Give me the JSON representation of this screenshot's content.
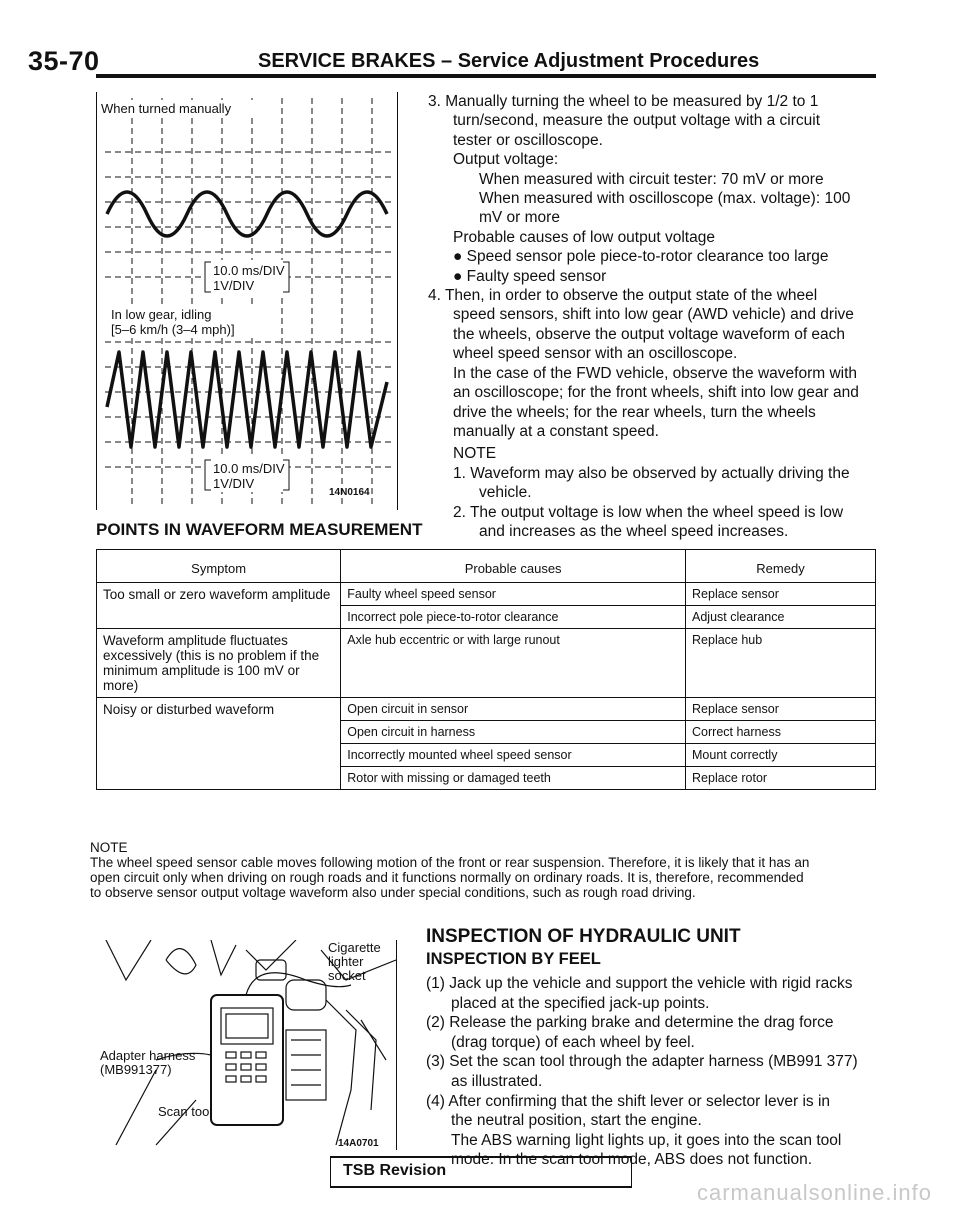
{
  "header": {
    "page_number": "35-70",
    "title": "SERVICE BRAKES – Service Adjustment Procedures"
  },
  "figure1": {
    "label_top": "When turned manually",
    "scale1_time": "10.0 ms/DIV",
    "scale1_volt": "1V/DIV",
    "label_mid_1": "In low gear, idling",
    "label_mid_2": "[5–6 km/h (3–4 mph)]",
    "scale2_time": "10.0 ms/DIV",
    "scale2_volt": "1V/DIV",
    "fig_code": "14N0164"
  },
  "steps": {
    "s3_line1": "3. Manually turning the wheel to be measured by 1/2 to 1",
    "s3_line2": "turn/second, measure the output voltage with a circuit",
    "s3_line3": "tester or oscilloscope.",
    "s3_output": "Output voltage:",
    "s3_tester": "When measured with circuit tester: 70 mV or more",
    "s3_osc_1": "When measured with oscilloscope (max. voltage): 100",
    "s3_osc_2": "mV or more",
    "s3_causes": "Probable causes of low output voltage",
    "s3_cause1": "● Speed sensor pole piece-to-rotor clearance too large",
    "s3_cause2": "● Faulty speed sensor",
    "s4_line1": "4. Then, in order to observe the output state of the wheel",
    "s4_line2": "speed sensors, shift into low gear (AWD vehicle) and drive",
    "s4_line3": "the wheels, observe the output voltage waveform of each",
    "s4_line4": "wheel speed sensor with an oscilloscope.",
    "s4_fwd1": "In the case of the FWD vehicle, observe the waveform with",
    "s4_fwd2": "an oscilloscope; for the front wheels, shift into low gear and",
    "s4_fwd3": "drive the wheels; for the rear wheels, turn the wheels",
    "s4_fwd4": "manually at a constant speed.",
    "note_title": "NOTE",
    "note1_a": "1. Waveform may also be observed by actually driving the",
    "note1_b": "vehicle.",
    "note2_a": "2. The output voltage is low when the wheel speed is low",
    "note2_b": "and increases as the wheel speed increases."
  },
  "points": {
    "title": "POINTS IN WAVEFORM MEASUREMENT",
    "headers": [
      "Symptom",
      "Probable causes",
      "Remedy"
    ],
    "rows": [
      {
        "symptom": "Too small or zero waveform amplitude",
        "cause": "Faulty wheel speed sensor",
        "remedy": "Replace sensor"
      },
      {
        "symptom": "",
        "cause": "Incorrect pole piece-to-rotor clearance",
        "remedy": "Adjust clearance"
      },
      {
        "symptom": "Waveform amplitude fluctuates excessively (this is no problem if the minimum amplitude is 100 mV or more)",
        "cause": "Axle hub eccentric or with large runout",
        "remedy": "Replace hub"
      },
      {
        "symptom": "Noisy or disturbed waveform",
        "cause": "Open circuit in sensor",
        "remedy": "Replace sensor"
      },
      {
        "symptom": "",
        "cause": "Open circuit in harness",
        "remedy": "Correct harness"
      },
      {
        "symptom": "",
        "cause": "Incorrectly mounted wheel speed sensor",
        "remedy": "Mount correctly"
      },
      {
        "symptom": "",
        "cause": "Rotor with missing or damaged teeth",
        "remedy": "Replace rotor"
      }
    ]
  },
  "note_bottom": {
    "title": "NOTE",
    "line1": "The wheel speed sensor cable moves following motion of the front or rear suspension. Therefore, it is likely that it has an",
    "line2": "open circuit only when driving on rough roads and it functions normally on ordinary roads. It is, therefore, recommended",
    "line3": "to observe sensor output voltage waveform also under special conditions, such as rough road driving."
  },
  "hydraulic": {
    "title": "INSPECTION OF HYDRAULIC UNIT",
    "subtitle": "INSPECTION BY FEEL",
    "s1_a": "(1) Jack up the vehicle and support the vehicle with rigid racks",
    "s1_b": "placed at the specified jack-up points.",
    "s2_a": "(2) Release the parking brake and determine the drag force",
    "s2_b": "(drag torque) of each wheel by feel.",
    "s3_a": "(3) Set the scan tool through the adapter harness (MB991 377)",
    "s3_b": "as illustrated.",
    "s4_a": "(4) After confirming that the shift lever or selector lever is in",
    "s4_b": "the neutral position, start the engine.",
    "s4_c": "The ABS warning light lights up, it goes into the scan tool",
    "s4_d": "mode. In the scan tool mode, ABS does not function."
  },
  "figure2": {
    "label_cigarette_1": "Cigarette",
    "label_cigarette_2": "lighter",
    "label_cigarette_3": "socket",
    "label_adapter_1": "Adapter harness",
    "label_adapter_2": "(MB991377)",
    "label_scan": "Scan tool",
    "fig_code": "14A0701"
  },
  "tsb": {
    "label": "TSB Revision"
  },
  "watermark": {
    "text": "carmanualsonline.info"
  }
}
